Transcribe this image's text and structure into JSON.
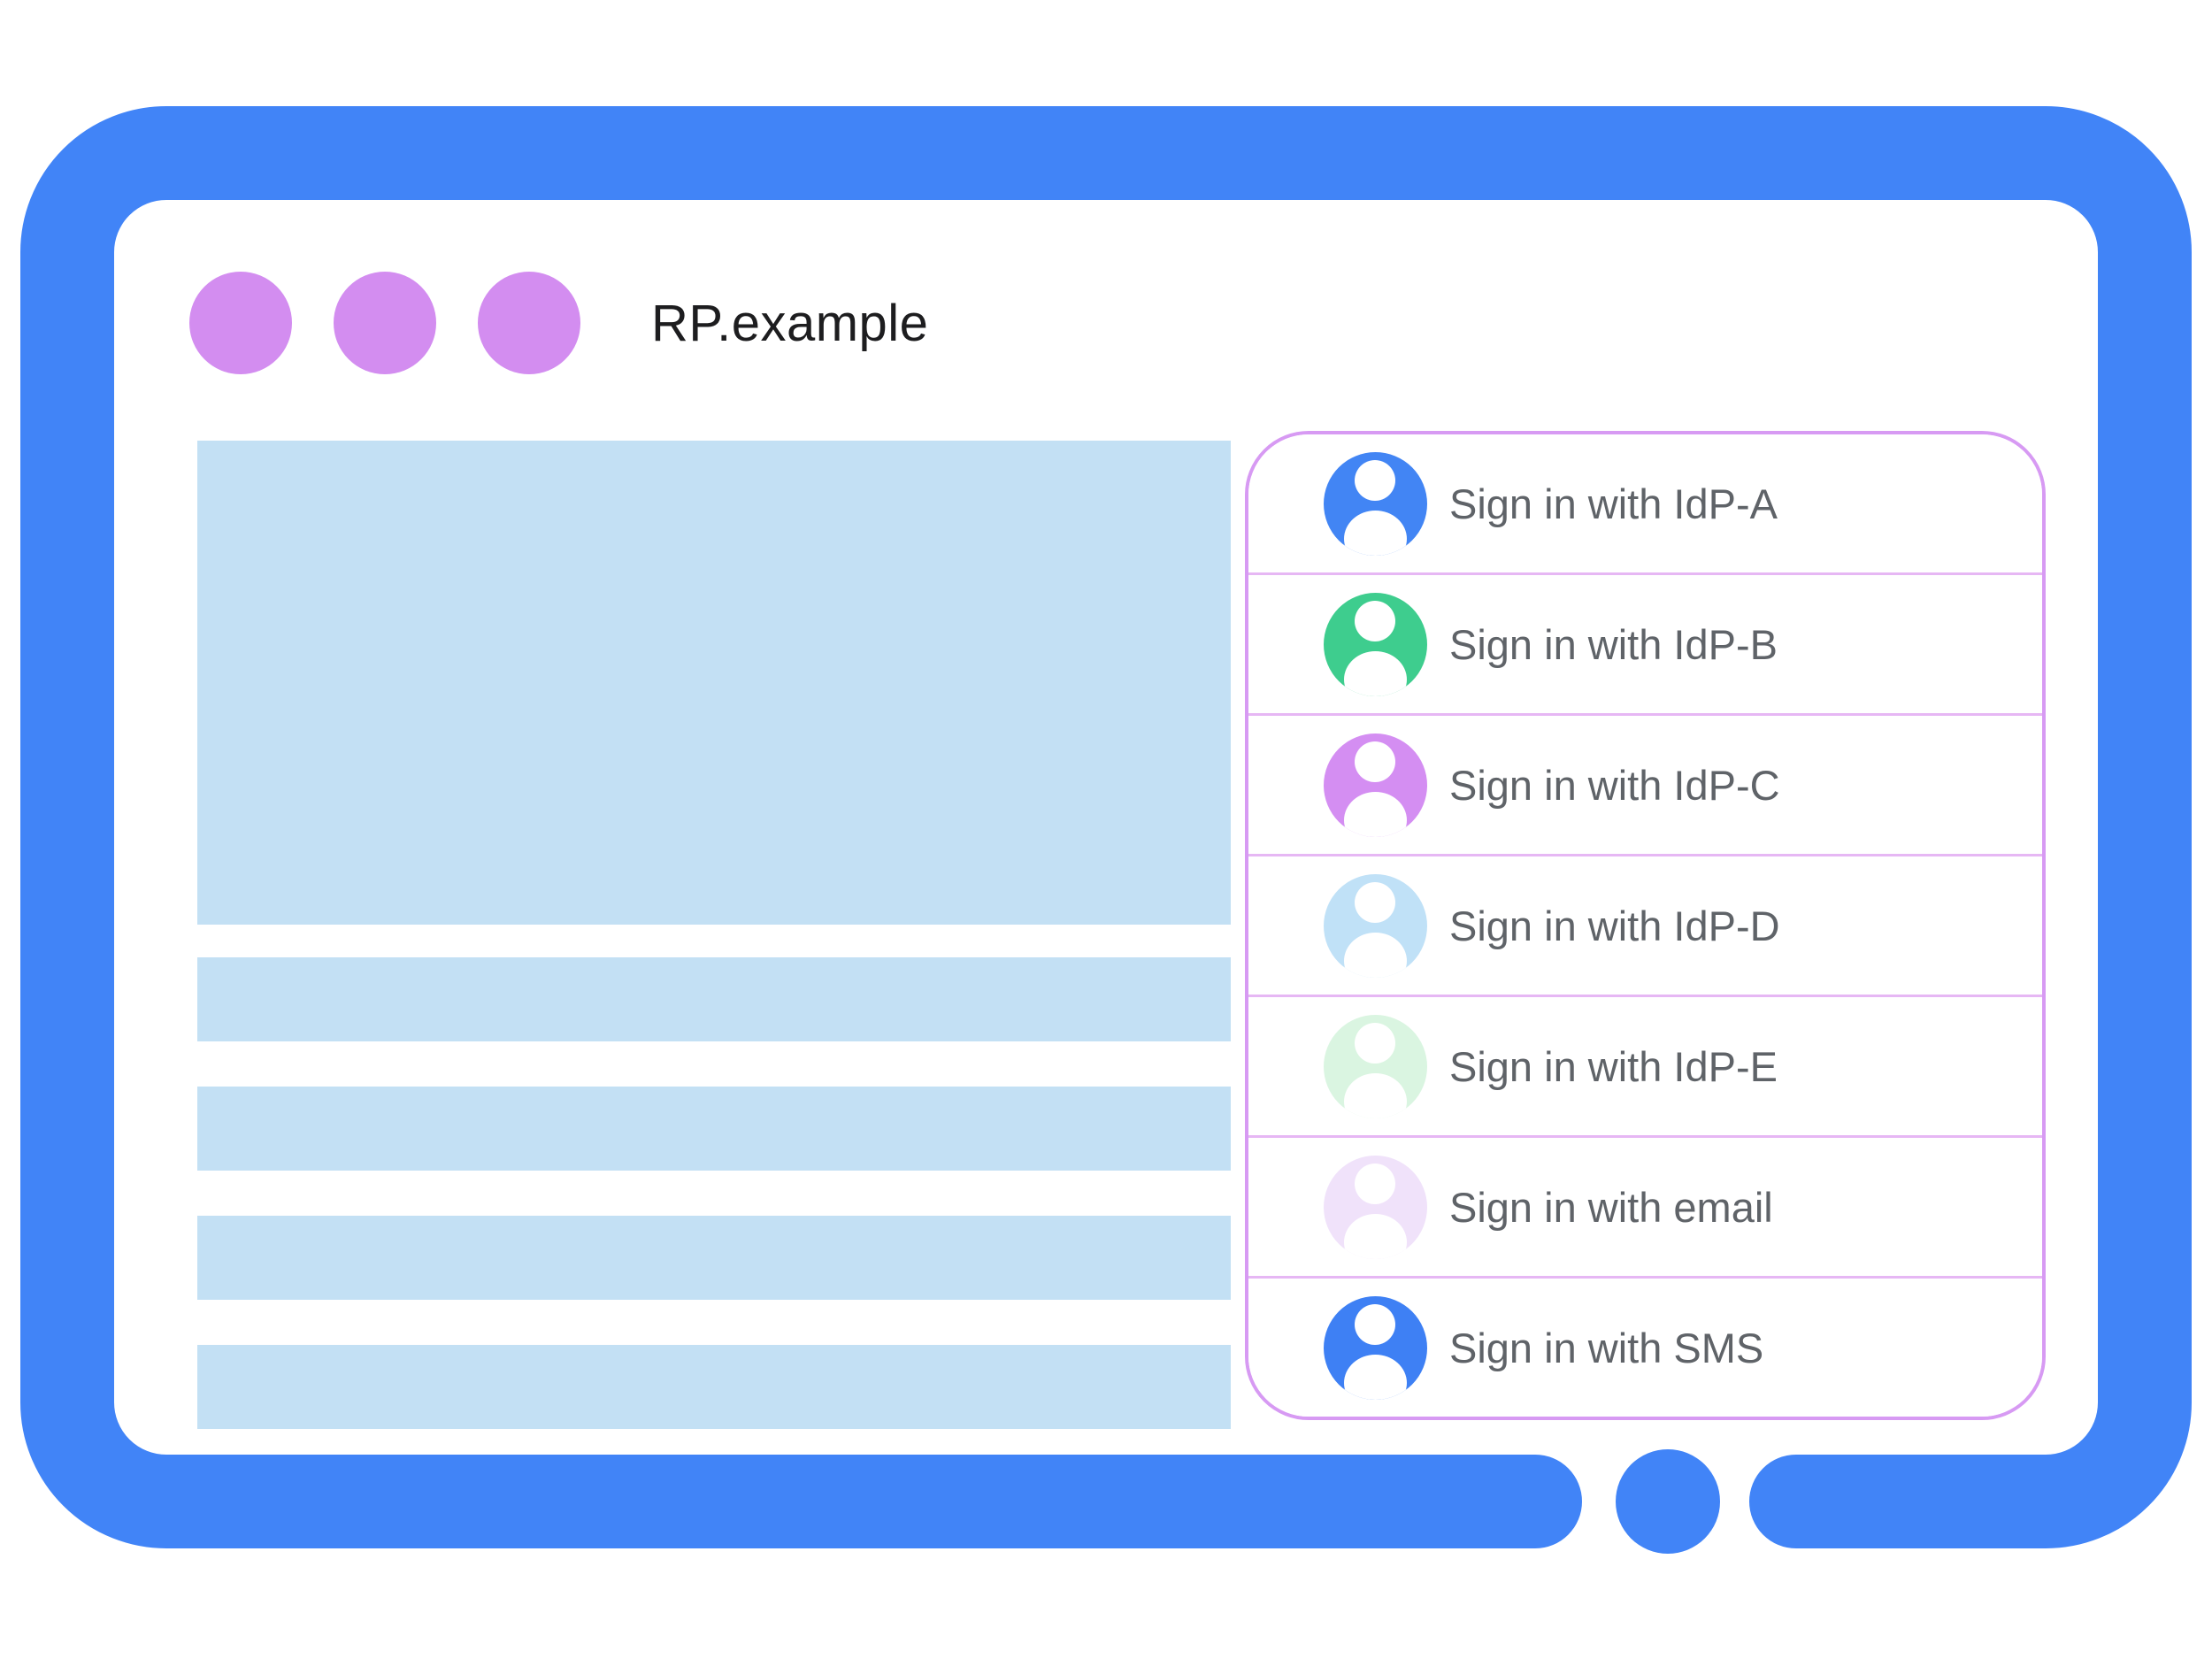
{
  "window": {
    "title": "RP.example",
    "control_dot_count": 3,
    "control_dot_color": "#d38df0"
  },
  "frame": {
    "bezel_color": "#4184f7",
    "home_button_color": "#4184f7"
  },
  "content": {
    "placeholder_color": "#c3e0f4",
    "hero_block_count": 1,
    "bar_count": 4
  },
  "signin": {
    "panel_border_color": "#d79af3",
    "divider_color": "#e6b7f4",
    "label_color": "#5f6368",
    "items": [
      {
        "label": "Sign in with IdP-A",
        "avatar_color": "#4285f4"
      },
      {
        "label": "Sign in with IdP-B",
        "avatar_color": "#3ecd8e"
      },
      {
        "label": "Sign in with IdP-C",
        "avatar_color": "#d48ef2"
      },
      {
        "label": "Sign in with IdP-D",
        "avatar_color": "#c0e1f7"
      },
      {
        "label": "Sign in with IdP-E",
        "avatar_color": "#daf5e1"
      },
      {
        "label": "Sign in with email",
        "avatar_color": "#f0e2fa"
      },
      {
        "label": "Sign in with SMS",
        "avatar_color": "#3e80f4"
      }
    ]
  }
}
